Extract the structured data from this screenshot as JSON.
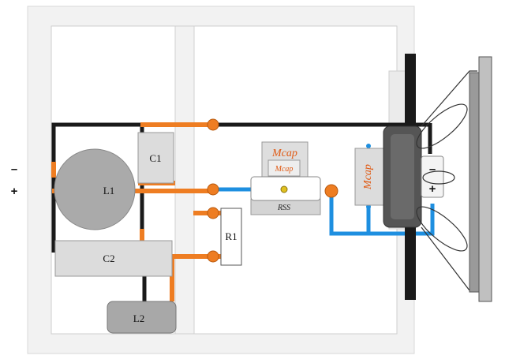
{
  "polarity": {
    "minus": "–",
    "plus": "+"
  },
  "components": {
    "c1": "C1",
    "l1": "L1",
    "c2": "C2",
    "l2": "L2",
    "r1": "R1",
    "mcap_large": "Mcap",
    "mcap_small": "Mcap",
    "mcap_vertical": "Mcap",
    "rss": "RSS"
  },
  "driver_terminals": {
    "minus": "–",
    "plus": "+"
  },
  "colors": {
    "wire_black": "#1a1a1a",
    "wire_orange": "#ee7d22",
    "wire_blue": "#1e8fe0",
    "board": "#f4f4f4",
    "component_fill": "#dcdcdc",
    "mcap_text": "#e05a14"
  }
}
